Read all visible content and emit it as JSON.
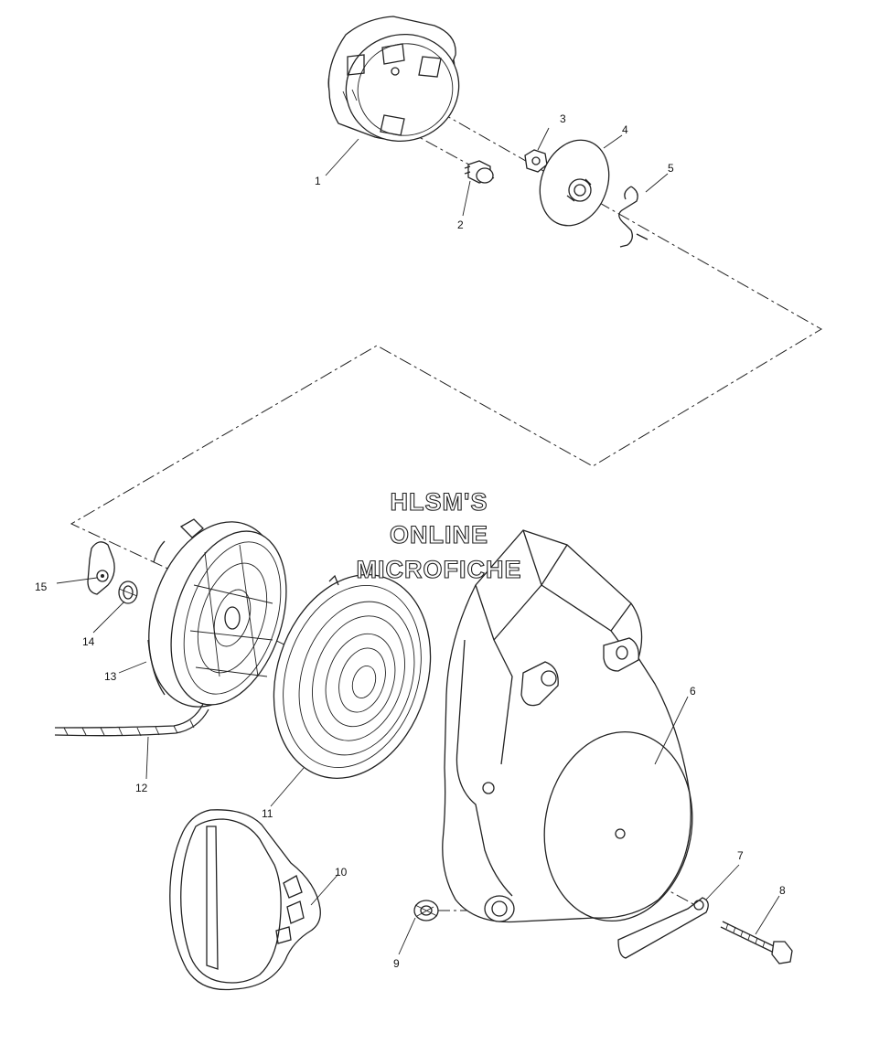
{
  "callouts": {
    "c1": "1",
    "c2": "2",
    "c3": "3",
    "c4": "4",
    "c5": "5",
    "c6": "6",
    "c7": "7",
    "c8": "8",
    "c9": "9",
    "c10": "10",
    "c11": "11",
    "c12": "12",
    "c13": "13",
    "c14": "14",
    "c15": "15"
  },
  "watermark": {
    "line1": "HLSM'S",
    "line2": "ONLINE",
    "line3": "MICROFICHE"
  }
}
